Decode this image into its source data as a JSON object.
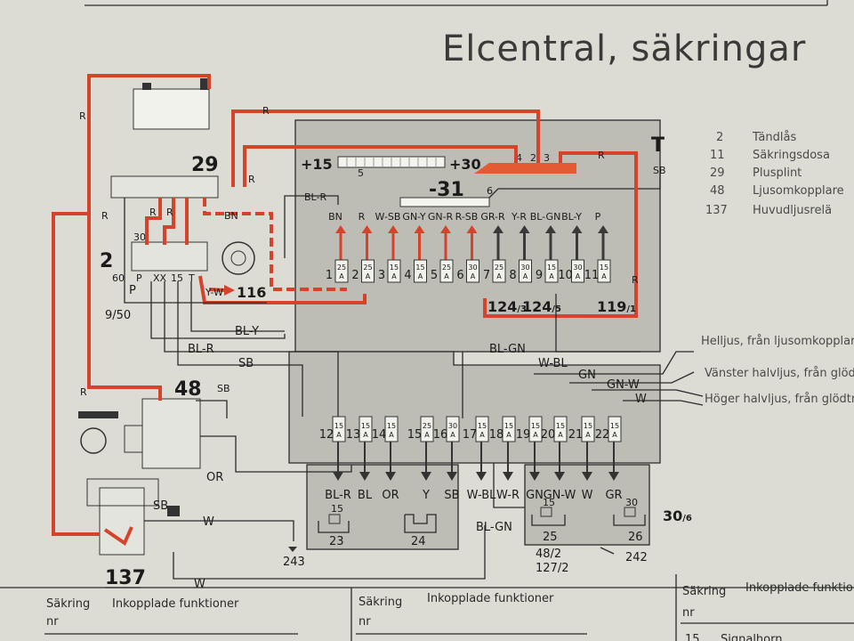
{
  "title": "Elcentral, säkringar",
  "legend": [
    {
      "num": "2",
      "label": "Tändlås"
    },
    {
      "num": "11",
      "label": "Säkringsdosa"
    },
    {
      "num": "29",
      "label": "Plusplint"
    },
    {
      "num": "48",
      "label": "Ljusomkopplare"
    },
    {
      "num": "137",
      "label": "Huvudljusrelä"
    }
  ],
  "components": {
    "c29": "29",
    "c2": "2",
    "c48": "48",
    "c137": "137",
    "p60": "60",
    "pP": "P",
    "p950": "9/50",
    "pXX": "XX",
    "p15": "15",
    "pT": "T",
    "p30": "30",
    "c116": "116",
    "c243": "243",
    "c242": "242",
    "c48_2": "48/2",
    "c127_2": "127/2",
    "sb_right": "SB",
    "sb_48": "SB",
    "sb_137": "SB"
  },
  "bus": {
    "plus15": "+15",
    "plus30": "+30",
    "minus31": "-31",
    "n5": "5",
    "n6": "6",
    "n4": "4",
    "n2": "2",
    "n3": "3"
  },
  "wires": {
    "r1": "R",
    "r2": "R",
    "r3": "R",
    "r4": "R",
    "r5": "R",
    "r6": "R",
    "r7": "R",
    "r8": "R",
    "bn": "BN",
    "blr_top": "BL-R",
    "ylw": "Y-W",
    "bly": "BL-Y",
    "blr": "BL-R",
    "sb": "SB",
    "blgn": "BL-GN",
    "wbl": "W-BL",
    "gn": "GN",
    "gnw": "GN-W",
    "w": "W",
    "or": "OR",
    "w2": "W",
    "w3": "W",
    "blgn2": "BL-GN"
  },
  "top_fuses": [
    {
      "n": "1",
      "a": "25",
      "wire": "BN",
      "up": "red"
    },
    {
      "n": "2",
      "a": "25",
      "wire": "R",
      "up": "red"
    },
    {
      "n": "3",
      "a": "15",
      "wire": "W-SB",
      "up": "red"
    },
    {
      "n": "4",
      "a": "15",
      "wire": "GN-Y",
      "up": "red"
    },
    {
      "n": "5",
      "a": "25",
      "wire": "GN-R",
      "up": "red"
    },
    {
      "n": "6",
      "a": "30",
      "wire": "R-SB",
      "up": "red"
    },
    {
      "n": "7",
      "a": "25",
      "wire": "GR-R",
      "up": "black"
    },
    {
      "n": "8",
      "a": "30",
      "wire": "Y-R",
      "up": "black"
    },
    {
      "n": "9",
      "a": "15",
      "wire": "BL-GN",
      "up": "black"
    },
    {
      "n": "10",
      "a": "30",
      "wire": "BL-Y",
      "up": "black"
    },
    {
      "n": "11",
      "a": "15",
      "wire": "P",
      "up": "black"
    }
  ],
  "refs_top": [
    {
      "main": "124",
      "sub": "/3"
    },
    {
      "main": "124",
      "sub": "/5"
    },
    {
      "main": "119",
      "sub": "/1"
    }
  ],
  "bottom_fuses": [
    {
      "n": "12",
      "a": "15"
    },
    {
      "n": "13",
      "a": "15"
    },
    {
      "n": "14",
      "a": "15"
    },
    {
      "n": "15",
      "a": "25"
    },
    {
      "n": "16",
      "a": "30"
    },
    {
      "n": "17",
      "a": "15"
    },
    {
      "n": "18",
      "a": "15"
    },
    {
      "n": "19",
      "a": "15"
    },
    {
      "n": "20",
      "a": "15"
    },
    {
      "n": "21",
      "a": "15"
    },
    {
      "n": "22",
      "a": "15"
    }
  ],
  "bottom_wires": [
    "BL-R",
    "BL",
    "OR",
    "Y",
    "SB",
    "W-BL",
    "W-R",
    "GN",
    "GN-W",
    "W",
    "GR"
  ],
  "extra_fuses": [
    {
      "n": "23",
      "a": "15"
    },
    {
      "n": "24",
      "a": ""
    },
    {
      "n": "25",
      "a": "15"
    },
    {
      "n": "26",
      "a": "30"
    }
  ],
  "ref_30_6": {
    "main": "30",
    "sub": "/6"
  },
  "annotations": [
    "Helljus, från ljusomkopplare",
    "Vänster halvljus, från glödtråd",
    "Höger halvljus, från glödtråds"
  ],
  "footer": {
    "col1_a": "Säkring",
    "col1_b": "nr",
    "col1_c": "Inkopplade funktioner",
    "col2_a": "Säkring",
    "col2_b": "nr",
    "col2_c": "Inkopplade funktioner",
    "col3_a": "Säkring",
    "col3_b": "nr",
    "col3_c": "Inkopplade funktioner",
    "bottom_num": "15",
    "bottom_fn": "Signalhorn"
  }
}
